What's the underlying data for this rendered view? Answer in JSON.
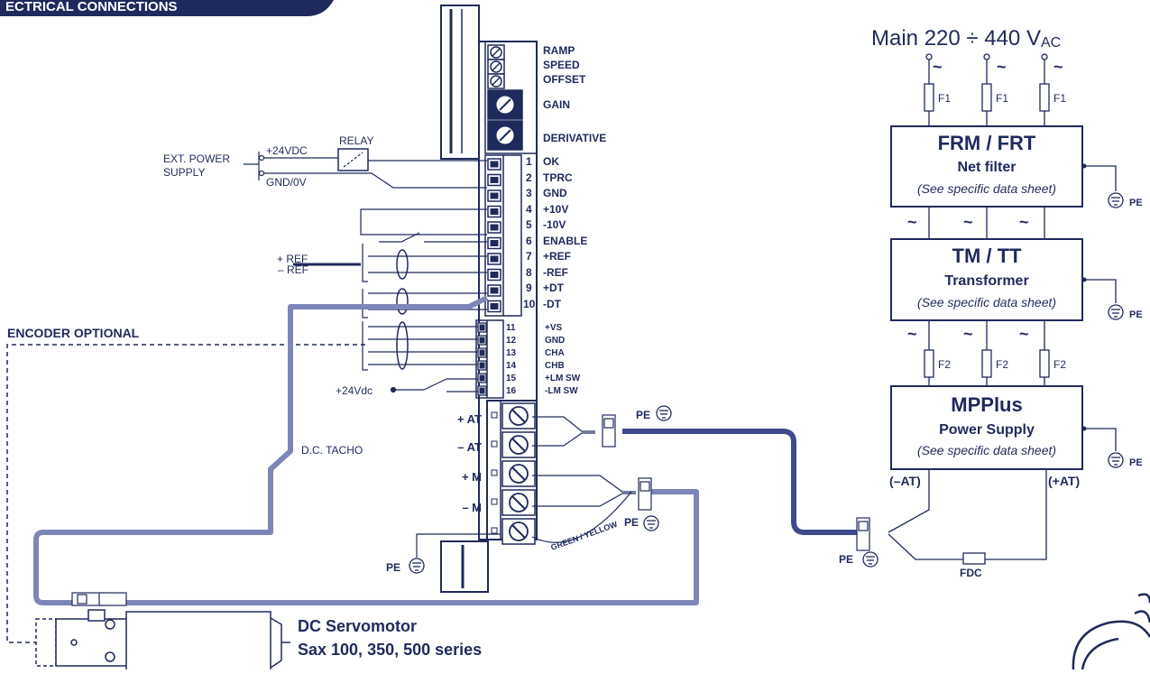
{
  "header": {
    "title": "ECTRICAL CONNECTIONS"
  },
  "drive": {
    "pots": [
      "RAMP",
      "SPEED",
      "OFFSET",
      "GAIN",
      "DERIVATIVE"
    ],
    "terminals": [
      {
        "num": "1",
        "label": "OK"
      },
      {
        "num": "2",
        "label": "TPRC"
      },
      {
        "num": "3",
        "label": "GND"
      },
      {
        "num": "4",
        "label": "+10V"
      },
      {
        "num": "5",
        "label": "-10V"
      },
      {
        "num": "6",
        "label": "ENABLE"
      },
      {
        "num": "7",
        "label": "+REF"
      },
      {
        "num": "8",
        "label": "-REF"
      },
      {
        "num": "9",
        "label": "+DT"
      },
      {
        "num": "10",
        "label": "-DT"
      }
    ],
    "encoder_terminals": [
      {
        "num": "11",
        "label": "+VS"
      },
      {
        "num": "12",
        "label": "GND"
      },
      {
        "num": "13",
        "label": "CHA"
      },
      {
        "num": "14",
        "label": "CHB"
      },
      {
        "num": "15",
        "label": "+LM SW"
      },
      {
        "num": "16",
        "label": "-LM SW"
      }
    ],
    "power_terminals": [
      "+ AT",
      "– AT",
      "+ M",
      "– M"
    ]
  },
  "left": {
    "ext_power": "EXT. POWER",
    "supply": "SUPPLY",
    "v24": "+24VDC",
    "gnd": "GND/0V",
    "relay": "RELAY",
    "plus_ref": "+ REF",
    "minus_ref": "– REF",
    "encoder_optional": "ENCODER OPTIONAL",
    "v24_limit": "+24Vdc",
    "dc_tacho": "D.C. TACHO",
    "pe": "PE",
    "green_yellow": "GREEN / YELLOW"
  },
  "motor": {
    "title": "DC Servomotor",
    "series": "Sax 100, 350, 500 series"
  },
  "mains": {
    "label": "Main  220 ÷ 440 V",
    "unit": "AC",
    "tilde": "~",
    "f1": "F1",
    "f2": "F2",
    "fdc": "FDC",
    "minus_at": "(–AT)",
    "plus_at": "(+AT)",
    "pe": "PE"
  },
  "boxes": [
    {
      "title": "FRM / FRT",
      "subtitle": "Net filter",
      "note": "(See specific data sheet)"
    },
    {
      "title": "TM / TT",
      "subtitle": "Transformer",
      "note": "(See specific data sheet)"
    },
    {
      "title": "MPPlus",
      "subtitle": "Power Supply",
      "note": "(See specific data sheet)"
    }
  ],
  "colors": {
    "ink": "#1f2a5c",
    "cable": "#7d86b8",
    "panel": "#1f2a5c"
  }
}
